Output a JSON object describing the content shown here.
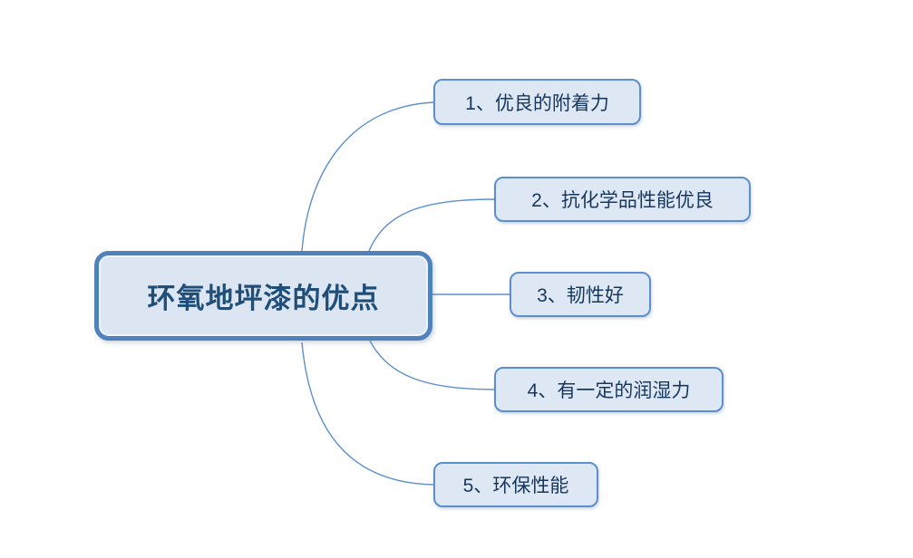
{
  "diagram": {
    "type": "mindmap",
    "root": {
      "label": "环氧地坪漆的优点"
    },
    "branches": [
      {
        "label": "1、优良的附着力"
      },
      {
        "label": "2、抗化学品性能优良"
      },
      {
        "label": "3、韧性好"
      },
      {
        "label": "4、有一定的润湿力"
      },
      {
        "label": "5、环保性能"
      }
    ]
  },
  "colors": {
    "canvas_bg": "#FFFFFF",
    "root_border": "#4F81BD",
    "root_fill": "#DCE6F2",
    "root_text": "#1F4E79",
    "branch_border": "#5B8FD0",
    "branch_fill": "#DEE8F4",
    "branch_text": "#17375E",
    "connector": "#5B8FD0"
  }
}
